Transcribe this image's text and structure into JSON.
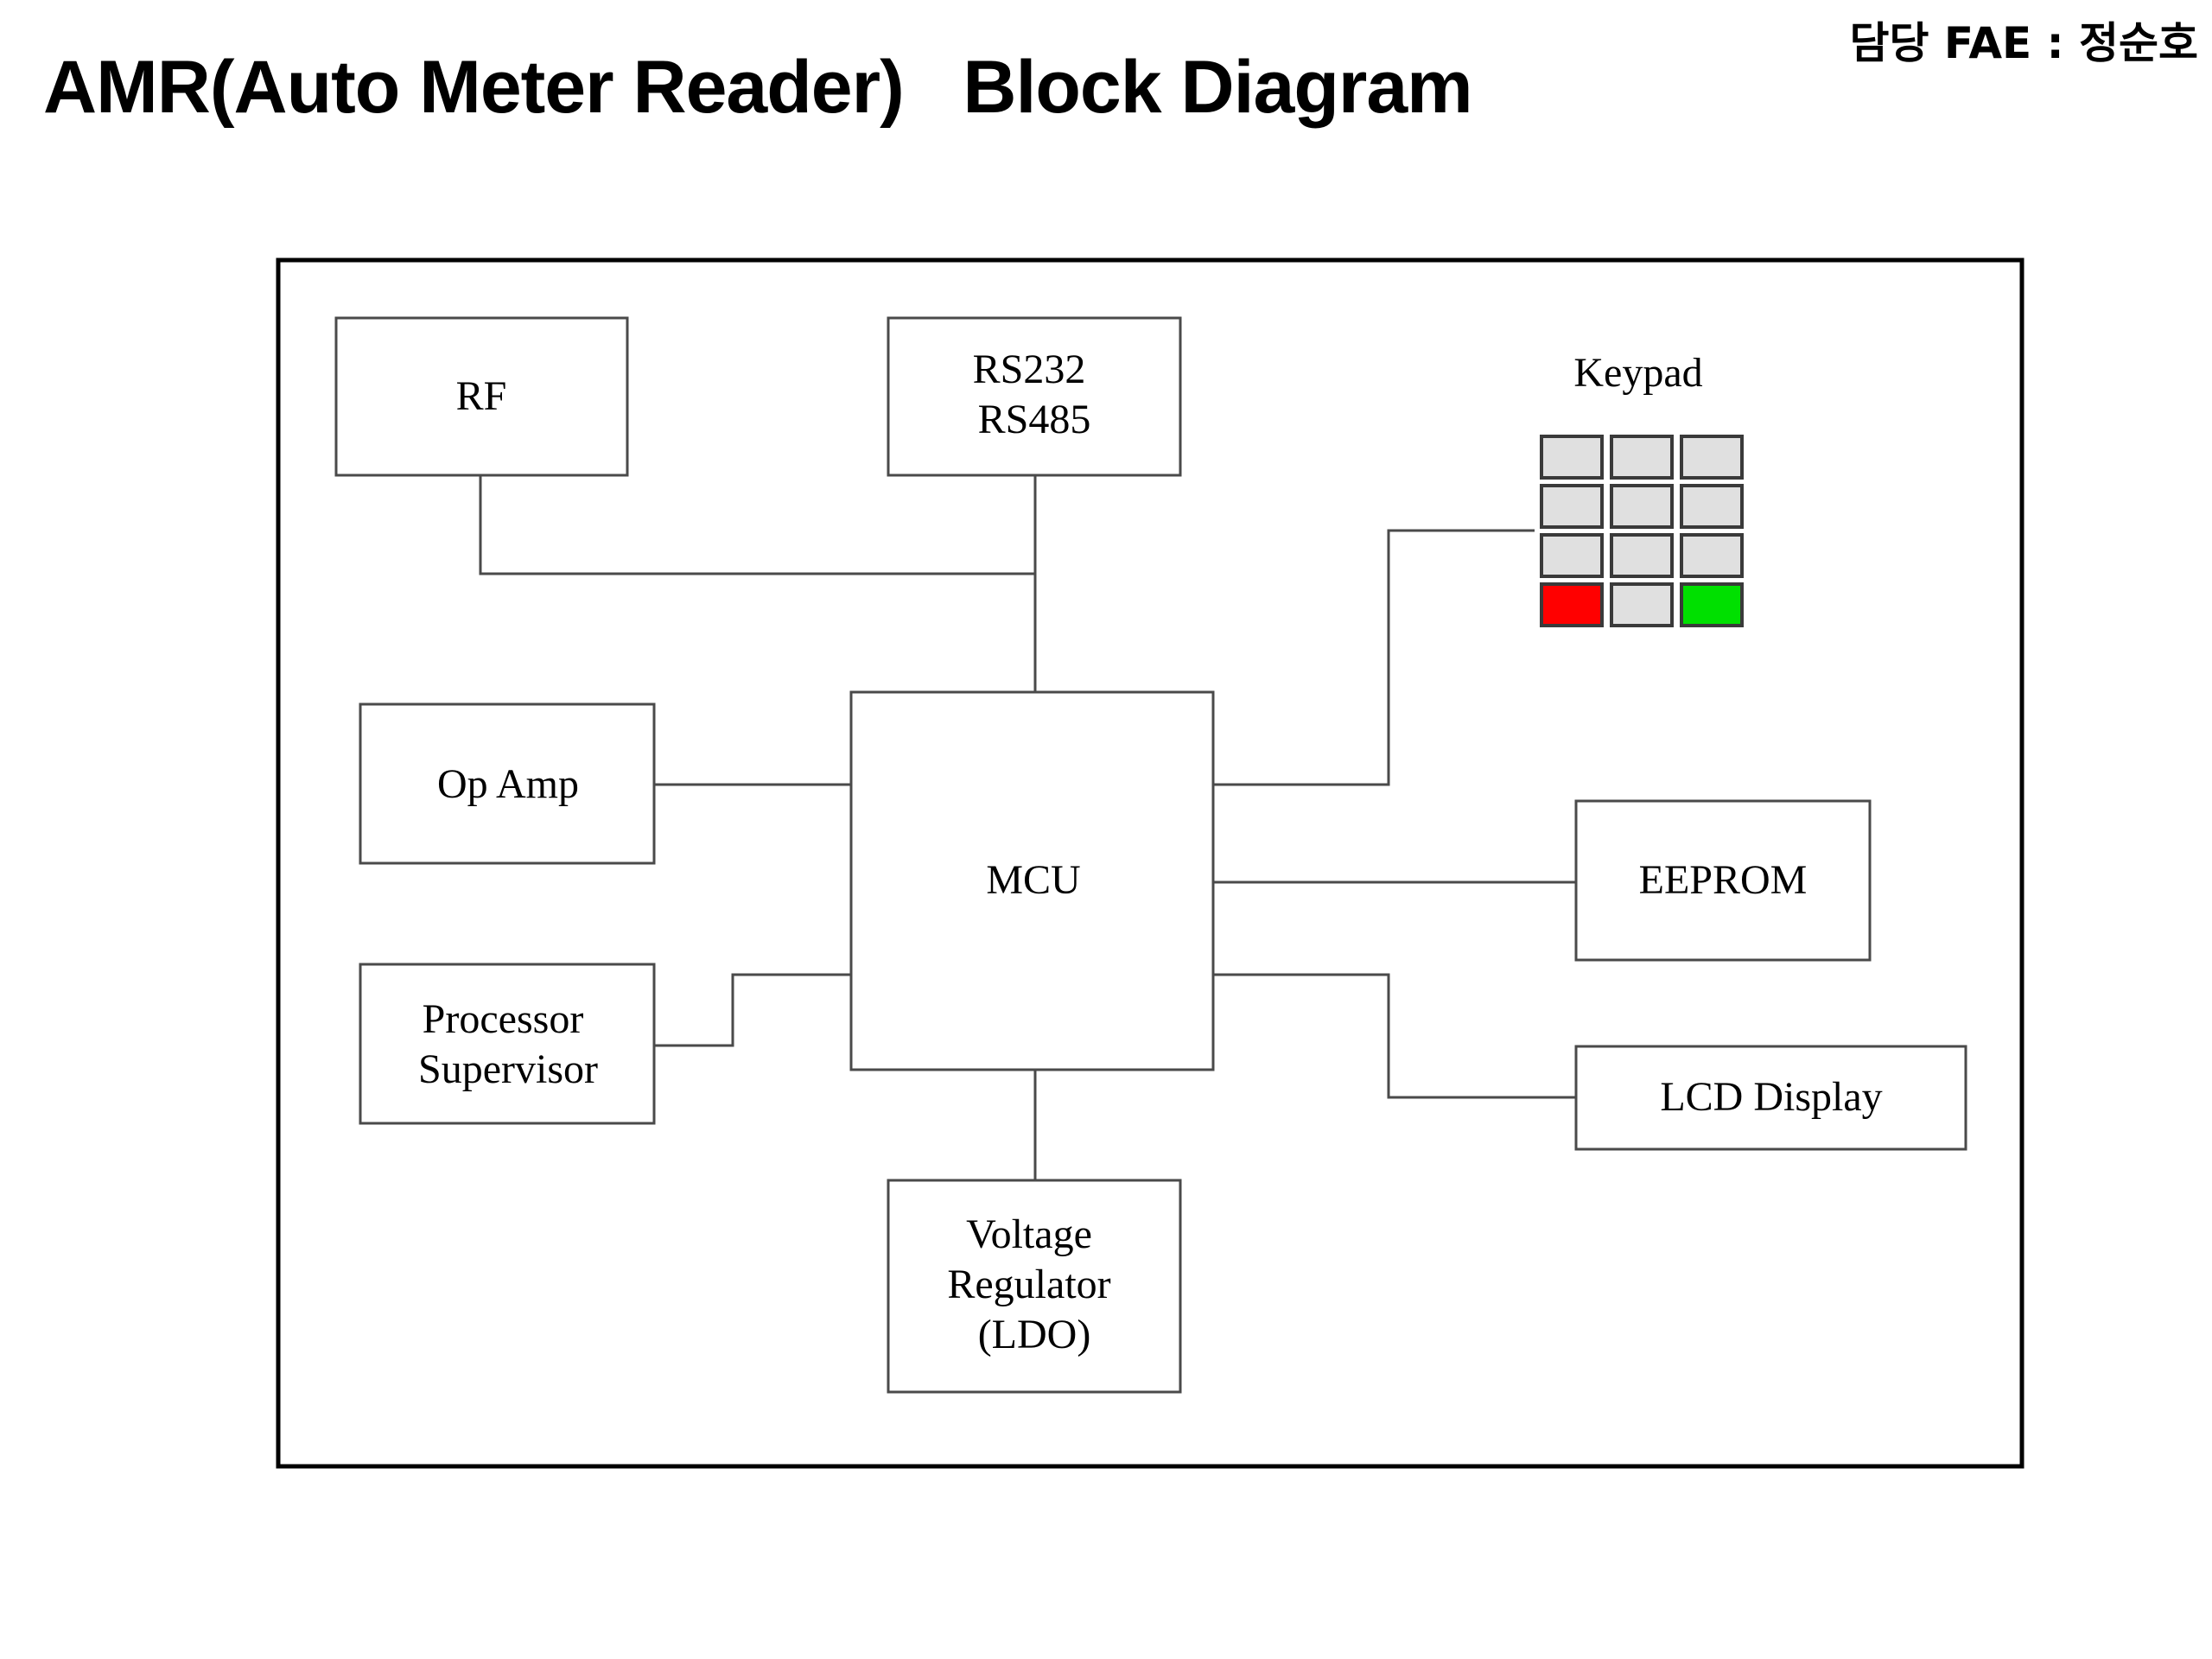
{
  "title": "AMR(Auto Meter Reader)   Block Diagram",
  "owner": "담당 FAE : 정순호",
  "blocks": {
    "rf": [
      "RF"
    ],
    "rs": [
      "RS232",
      "RS485"
    ],
    "keypad": [
      "Keypad"
    ],
    "opamp": [
      "Op Amp"
    ],
    "mcu": [
      "MCU"
    ],
    "eeprom": [
      "EEPROM"
    ],
    "supervisor": [
      "Processor",
      "Supervisor"
    ],
    "lcd": [
      "LCD Display"
    ],
    "ldo": [
      "Voltage",
      "Regulator",
      "(LDO)"
    ]
  },
  "keypad_colors": {
    "key": "#e0e0e0",
    "cancel": "#ff0000",
    "enter": "#00e000"
  },
  "line_color": "#4a4a4a",
  "frame_color": "#000000"
}
